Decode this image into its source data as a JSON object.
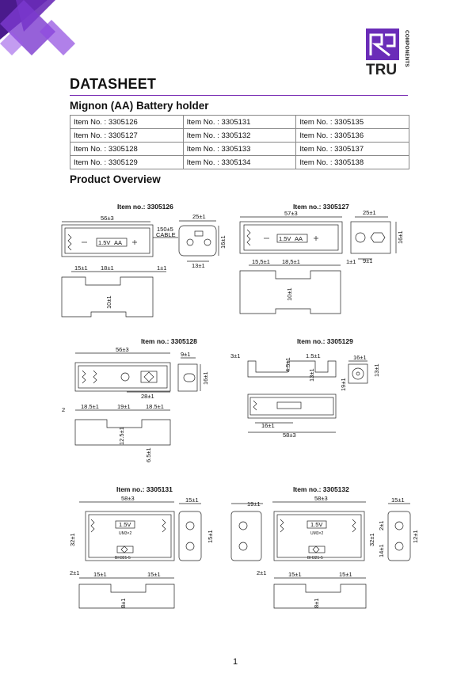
{
  "brand": {
    "name": "TRU",
    "sub": "COMPONENTS"
  },
  "title": "DATASHEET",
  "subtitle": "Mignon (AA) Battery holder",
  "items_table": [
    [
      "Item No. : 3305126",
      "Item No. : 3305131",
      "Item No. : 3305135"
    ],
    [
      "Item No. : 3305127",
      "Item No. : 3305132",
      "Item No. : 3305136"
    ],
    [
      "Item No. : 3305128",
      "Item No. : 3305133",
      "Item No. : 3305137"
    ],
    [
      "Item No. : 3305129",
      "Item No. : 3305134",
      "Item No. : 3305138"
    ]
  ],
  "overview_heading": "Product Overview",
  "captions": {
    "c126": "Item no.: 3305126",
    "c127": "Item no.: 3305127",
    "c128": "Item no.: 3305128",
    "c129": "Item no.: 3305129",
    "c131": "Item no.: 3305131",
    "c132": "Item no.: 3305132"
  },
  "dims": {
    "d126": {
      "len": "56±3",
      "w": "25±1",
      "h": "16±1",
      "cable": "150±5",
      "cable_label": "CABLE",
      "hole": "13±1",
      "side_a": "15±1",
      "side_b": "18±1",
      "side_c": "1±1",
      "side_h": "10±1",
      "label_v": "1.5V",
      "label_aa": "AA"
    },
    "d127": {
      "len": "57±3",
      "w": "25±1",
      "h": "16±1",
      "hole": "9±1",
      "side_a": "15,5±1",
      "side_b": "18,5±1",
      "side_c": "1±1",
      "side_h": "10±1",
      "label_v": "1.5V",
      "label_aa": "AA"
    },
    "d128": {
      "len": "56±3",
      "w": "9±1",
      "h": "16±1",
      "inner": "28±1",
      "s2": "2",
      "side_a": "18.5±1",
      "side_b": "19±1",
      "side_c": "18.5±1",
      "side_h": "12.5±1",
      "side_h2": "6.5±1"
    },
    "d129": {
      "a": "3±1",
      "b": "4.5±1",
      "c": "1.5±1",
      "d": "13±1",
      "e": "16±1",
      "f": "13±1",
      "g": "19±1",
      "len": "58±3",
      "inner": "16±1"
    },
    "d131": {
      "len": "58±3",
      "w": "15±1",
      "h": "32±1",
      "h2": "15±1",
      "a": "2±1",
      "b": "15±1",
      "c": "15±1",
      "d": "8±1",
      "label_v": "1.5V",
      "mark": "UM3×2",
      "code": "BH321-5"
    },
    "d132": {
      "len": "58±3",
      "w": "19±1",
      "w2": "15±1",
      "h": "32±1",
      "h2": "2±1",
      "h3": "14±1",
      "h4": "12±1",
      "a": "2±1",
      "b": "15±1",
      "c": "15±1",
      "d": "8±1",
      "label_v": "1.5V",
      "mark": "UM3×2",
      "code": "BH321-5"
    }
  },
  "page_number": "1",
  "colors": {
    "accent": "#7b2fb5",
    "corner": "#5a1f9a"
  }
}
